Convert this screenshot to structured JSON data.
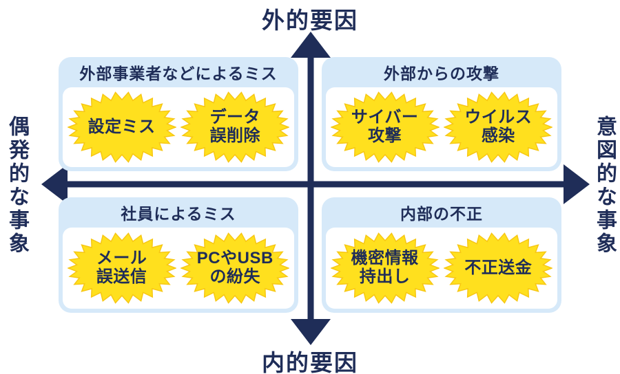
{
  "colors": {
    "navy": "#1f2d58",
    "light_blue": "#d6e9f9",
    "yellow": "#ffe01e",
    "yellow_edge": "#f7c714",
    "white": "#ffffff"
  },
  "axes": {
    "top_label": "外的要因",
    "bottom_label": "内的要因",
    "left_label": "偶発的な事象",
    "right_label": "意図的な事象"
  },
  "quadrants": [
    {
      "id": "top-left",
      "title": "外部事業者などによるミス",
      "bursts": [
        {
          "lines": [
            "設定ミス"
          ]
        },
        {
          "lines": [
            "データ",
            "誤削除"
          ]
        }
      ]
    },
    {
      "id": "top-right",
      "title": "外部からの攻撃",
      "bursts": [
        {
          "lines": [
            "サイバー",
            "攻撃"
          ]
        },
        {
          "lines": [
            "ウイルス",
            "感染"
          ]
        }
      ]
    },
    {
      "id": "bottom-left",
      "title": "社員によるミス",
      "bursts": [
        {
          "lines": [
            "メール",
            "誤送信"
          ]
        },
        {
          "lines": [
            "PCやUSB",
            "の紛失"
          ]
        }
      ]
    },
    {
      "id": "bottom-right",
      "title": "内部の不正",
      "bursts": [
        {
          "lines": [
            "機密情報",
            "持出し"
          ]
        },
        {
          "lines": [
            "不正送金"
          ]
        }
      ]
    }
  ]
}
